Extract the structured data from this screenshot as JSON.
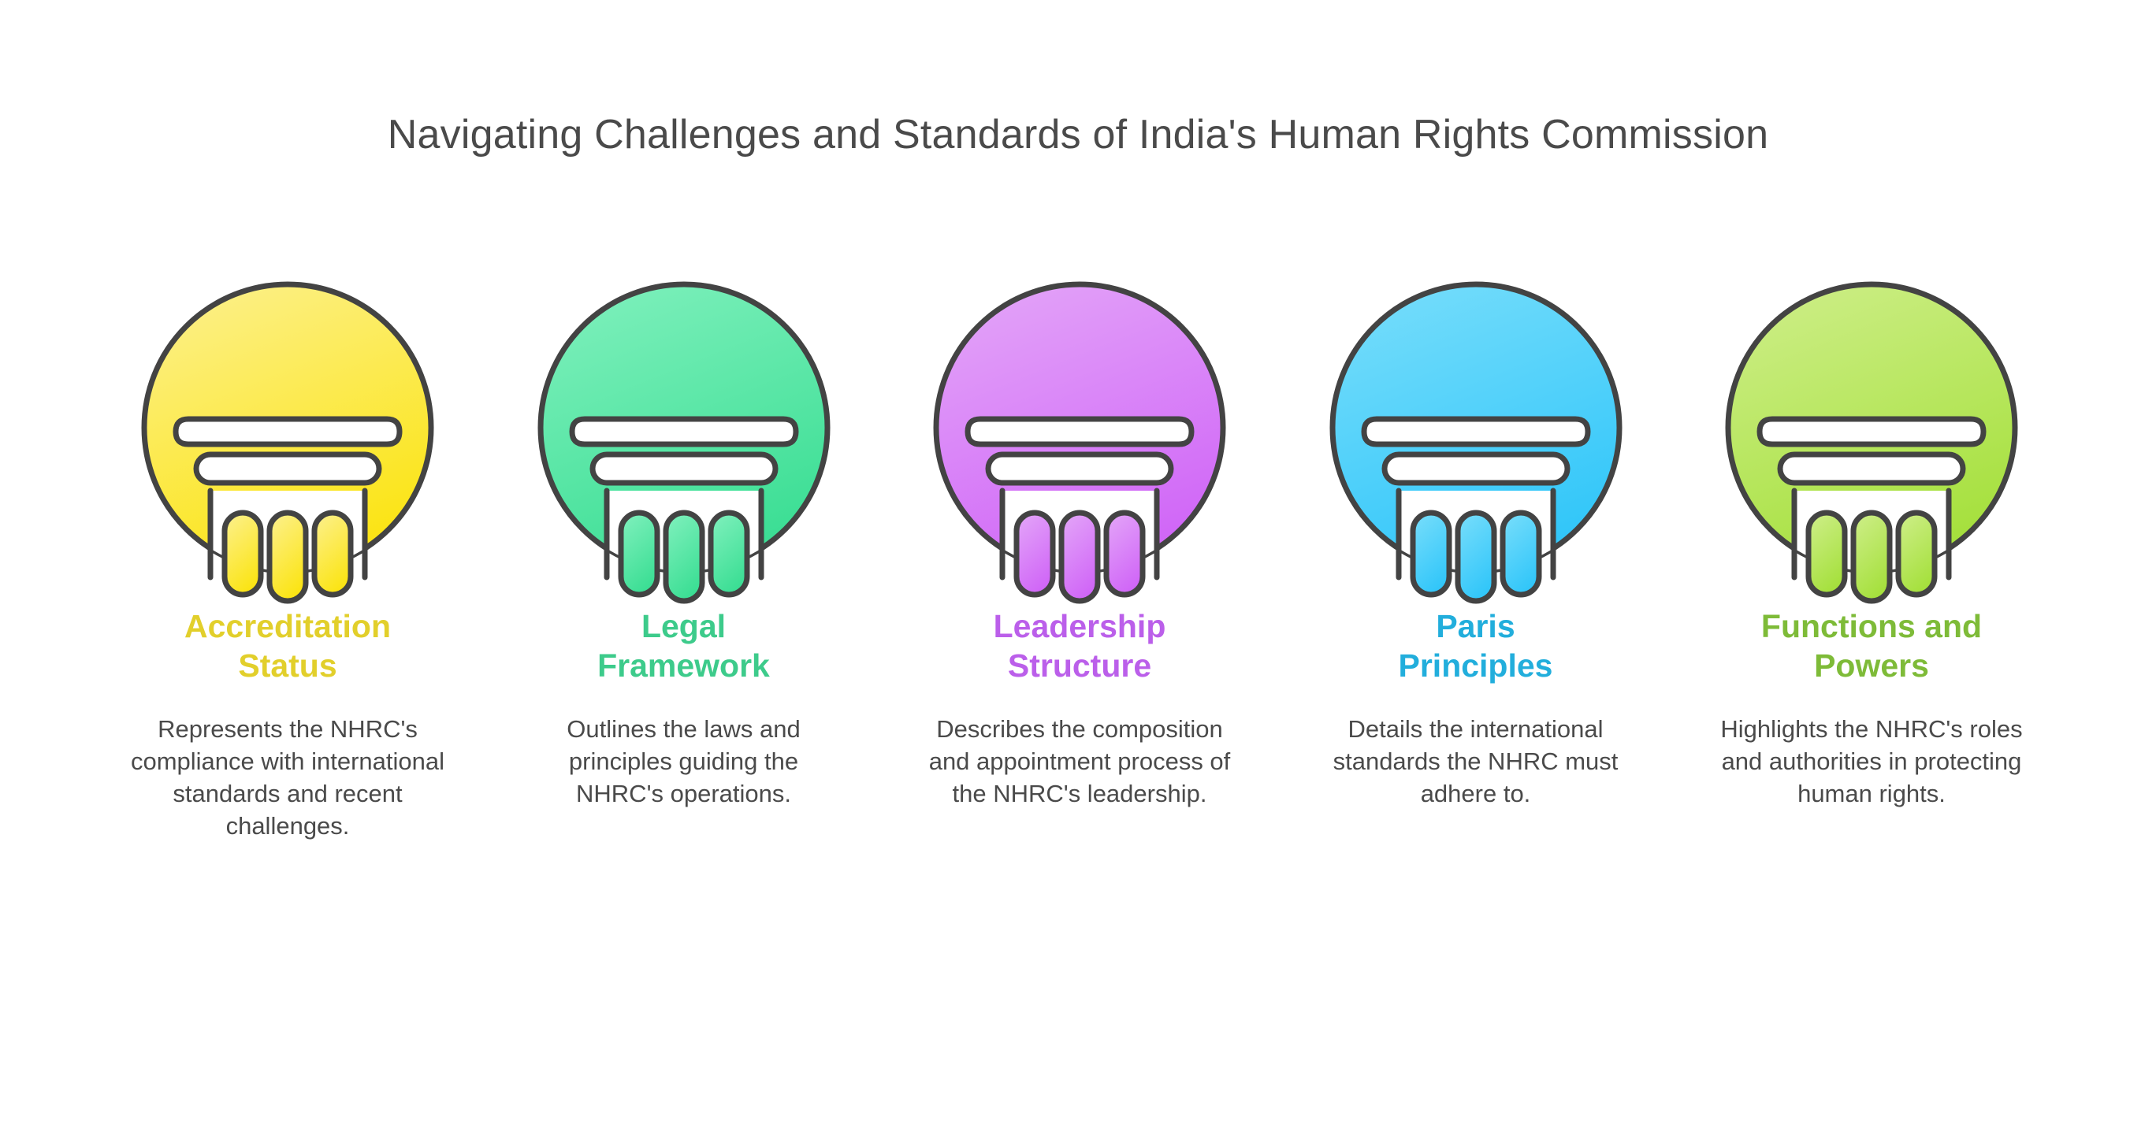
{
  "title": "Navigating Challenges and Standards of India's Human Rights Commission",
  "background_color": "#FFFFFF",
  "title_color": "#4A4A4A",
  "body_text_color": "#4A4A4A",
  "icon_outline_color": "#434343",
  "icon_name": "classical-column-pillar-icon",
  "columns": [
    {
      "heading": "Accreditation\nStatus",
      "heading_color": "#E2CF2B",
      "description": "Represents the NHRC's compliance with international standards and recent challenges.",
      "icon_gradient_from": "#FCF08A",
      "icon_gradient_to": "#FBE413",
      "icon_name": "pillar-icon-accreditation-status"
    },
    {
      "heading": "Legal\nFramework",
      "heading_color": "#3DCB8B",
      "description": "Outlines the laws and principles guiding the NHRC's operations.",
      "icon_gradient_from": "#7EF0BC",
      "icon_gradient_to": "#3BDE94",
      "icon_name": "pillar-icon-legal-framework"
    },
    {
      "heading": "Leadership\nStructure",
      "heading_color": "#BB5FEA",
      "description": "Describes the composition and appointment process of the NHRC's leadership.",
      "icon_gradient_from": "#E3A4F8",
      "icon_gradient_to": "#D066F7",
      "icon_name": "pillar-icon-leadership-structure"
    },
    {
      "heading": "Paris\nPrinciples",
      "heading_color": "#22AEDC",
      "description": "Details the international standards the NHRC must adhere to.",
      "icon_gradient_from": "#76DDFB",
      "icon_gradient_to": "#31C6F9",
      "icon_name": "pillar-icon-paris-principles"
    },
    {
      "heading": "Functions and\nPowers",
      "heading_color": "#7EBB38",
      "description": "Highlights the NHRC's roles and authorities in protecting human rights.",
      "icon_gradient_from": "#CDEE87",
      "icon_gradient_to": "#A5E03C",
      "icon_name": "pillar-icon-functions-and-powers"
    }
  ]
}
